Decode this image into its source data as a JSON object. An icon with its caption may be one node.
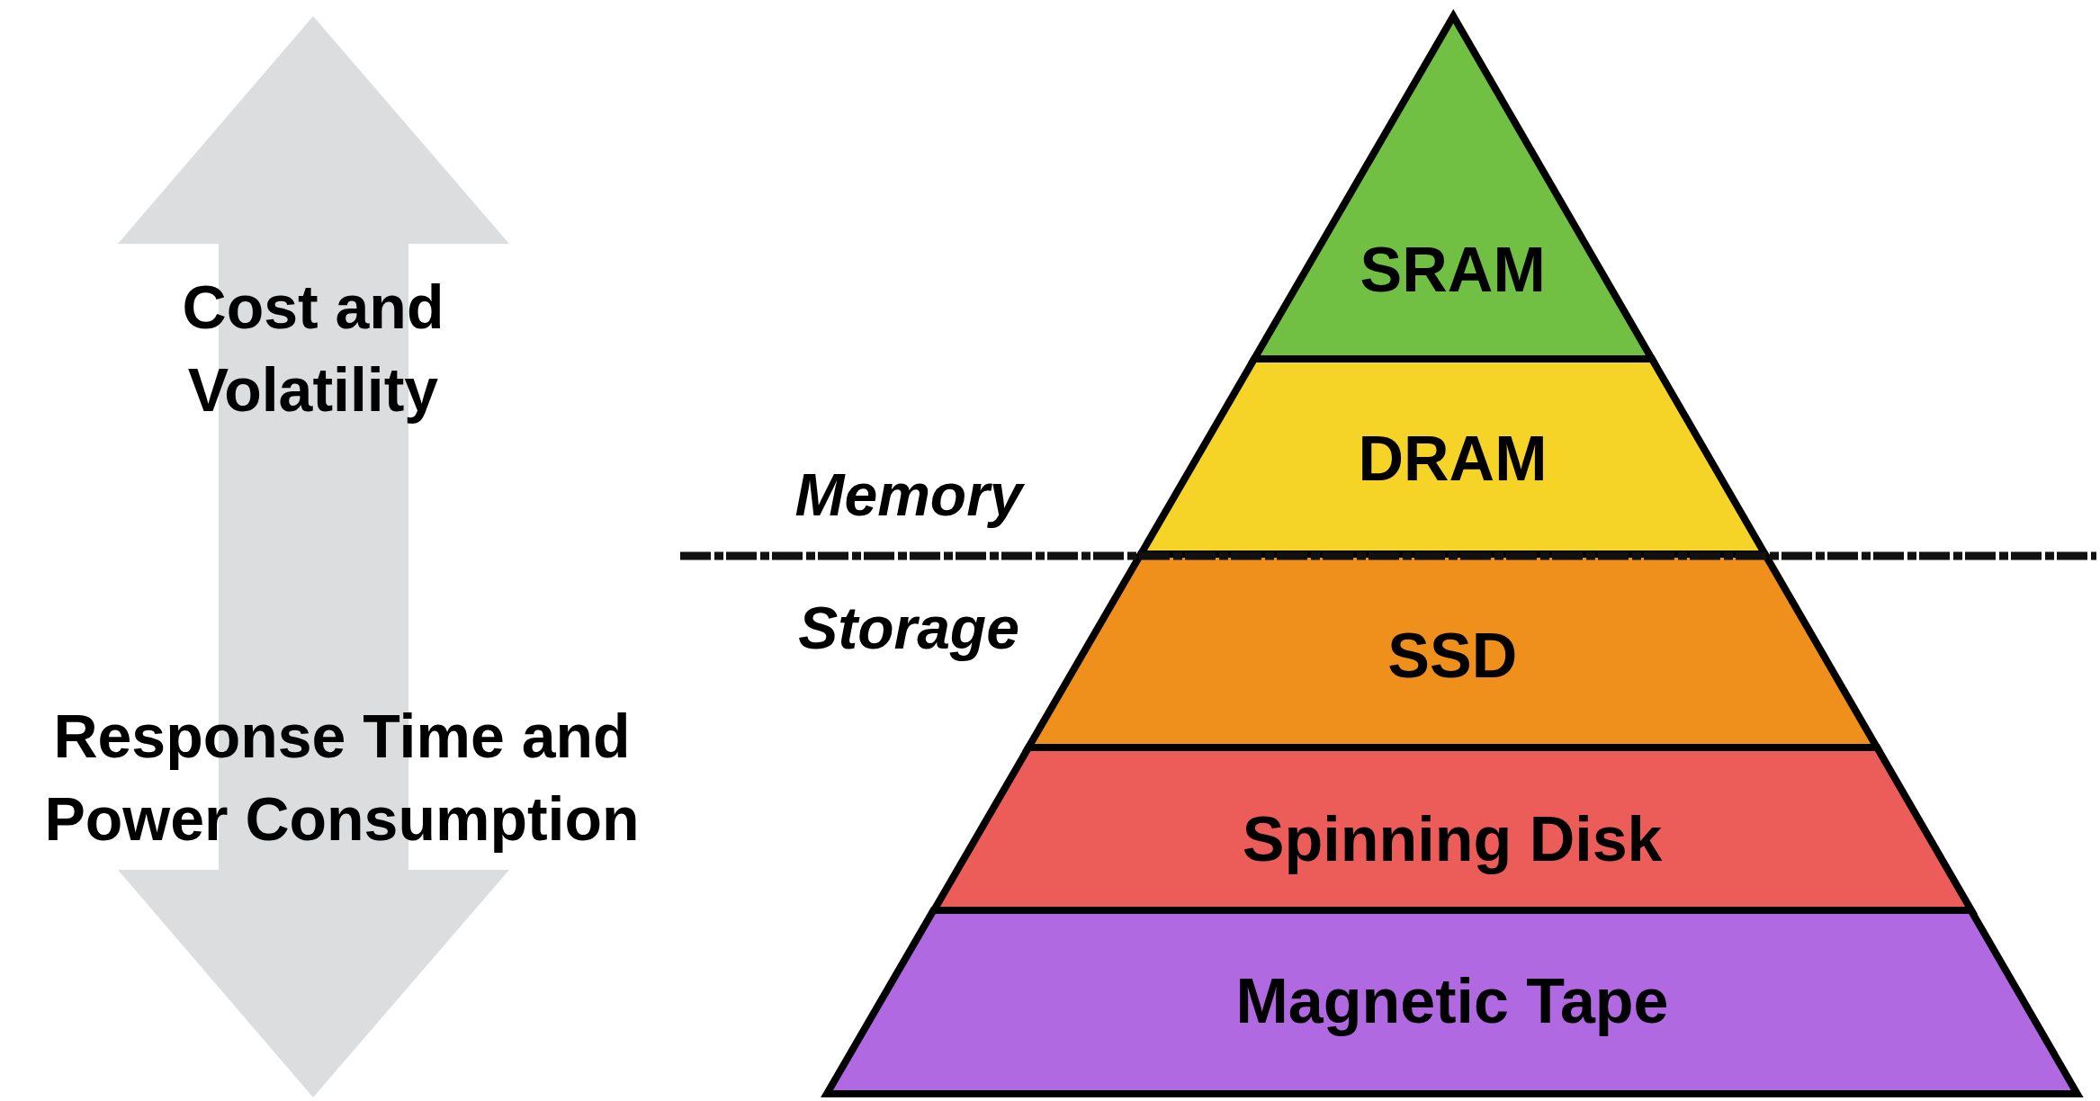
{
  "diagram": {
    "nodes": [
      {
        "text": [
          "SRAM"
        ]
      },
      {
        "text": [
          "DRAM"
        ]
      },
      {
        "text": [
          "SSD"
        ]
      },
      {
        "text": [
          "Spinning Disk"
        ]
      },
      {
        "text": [
          "Magnetic Tape"
        ]
      }
    ],
    "labels": [
      "Cost and Volatility",
      "Memory",
      "Storage",
      "Response Time and Power Consumption"
    ]
  }
}
